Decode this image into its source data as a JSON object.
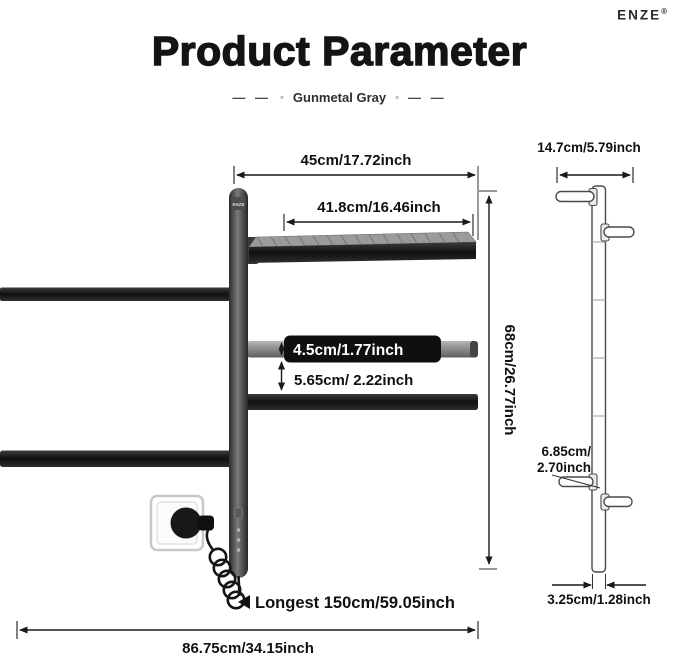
{
  "brand": {
    "name": "ENZE",
    "reg": "®"
  },
  "header": {
    "title": "Product Parameter",
    "decor_left": "— —",
    "dot_left": "◦",
    "subtitle": "Gunmetal Gray",
    "dot_right": "◦",
    "decor_right": "— —"
  },
  "front_view": {
    "dim_top_width": "45cm/17.72inch",
    "dim_arm_width": "41.8cm/16.46inch",
    "dim_height": "68cm/26.77inch",
    "badge_thickness": "4.5cm/1.77inch",
    "dim_spacing": "5.65cm/ 2.22inch",
    "dim_longest": "Longest 150cm/59.05inch",
    "dim_total_width": "86.75cm/34.15inch",
    "pole_brand": "ENZE"
  },
  "side_view": {
    "dim_top": "14.7cm/5.79inch",
    "dim_offset_line1": "6.85cm/",
    "dim_offset_line2": "2.70inch",
    "dim_bottom": "3.25cm/1.28inch"
  },
  "colors": {
    "ink": "#111111",
    "pole_dark": "#2b2b2b",
    "bar_black": "#111111",
    "bar_gray": "#8c8c8c",
    "badge_bg": "#0f0f0f"
  }
}
